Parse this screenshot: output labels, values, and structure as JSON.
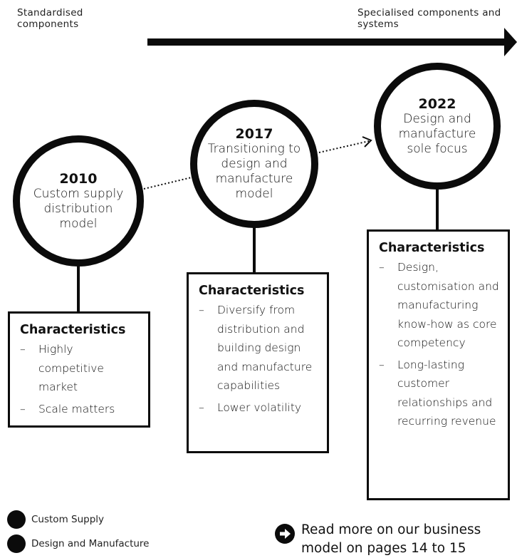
{
  "header": {
    "left_label": "Standardised components",
    "right_label": "Specialised components and systems"
  },
  "milestones": [
    {
      "year": "2010",
      "title": "Custom supply distribution model",
      "heading": "Characteristics",
      "items": [
        "Highly competitive market",
        "Scale matters"
      ]
    },
    {
      "year": "2017",
      "title": "Transitioning to design and manufacture model",
      "heading": "Characteristics",
      "items": [
        "Diversify from distribution and building design and manufacture capabilities",
        "Lower volatility"
      ]
    },
    {
      "year": "2022",
      "title": "Design and manufacture sole focus",
      "heading": "Characteristics",
      "items": [
        "Design, customisation and manufacturing know-how as core competency",
        "Long-lasting customer relationships and recurring revenue"
      ]
    }
  ],
  "legend": [
    {
      "label": "Custom Supply",
      "color": "#0b0b0b"
    },
    {
      "label": "Design and Manufacture",
      "color": "#0b0b0b"
    }
  ],
  "read_more": {
    "icon": "arrow-right-circle-icon",
    "text": "Read more on our business model on pages 14 to 15"
  }
}
